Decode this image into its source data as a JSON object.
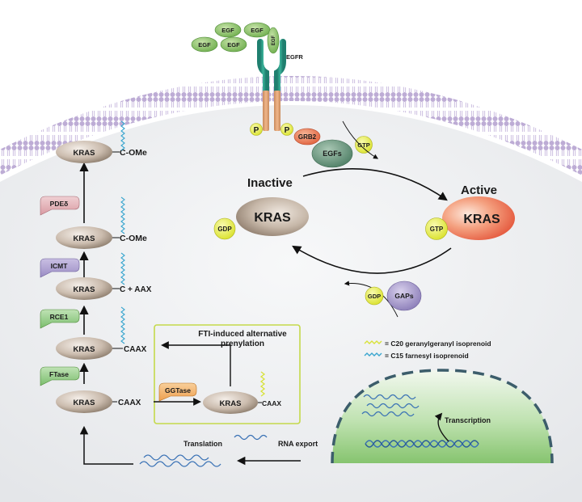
{
  "egf_label": "EGF",
  "egfr_label": "EGFR",
  "p_label": "P",
  "grb2_label": "GRB2",
  "egfs_label": "EGFs",
  "gtp_label": "GTP",
  "gdp_label": "GDP",
  "gaps_label": "GAPs",
  "inactive_label": "Inactive",
  "active_label": "Active",
  "kras_label": "KRAS",
  "pathway": {
    "mod1": "C-OMe",
    "mod2": "C-OMe",
    "mod3": "C + AAX",
    "mod4": "CAAX",
    "mod5": "CAAX",
    "pdel": "PDEδ",
    "icmt": "ICMT",
    "rce1": "RCE1",
    "ftase": "FTase"
  },
  "fti_box": {
    "title_line1": "FTI-induced alternative",
    "title_line2": "prenylation",
    "ggtase": "GGTase",
    "caax": "CAAX"
  },
  "legend": {
    "c20": "= C20 geranylgeranyl isoprenoid",
    "c15": "= C15 farnesyl isoprenoid",
    "c20_color": "#d8e23a",
    "c15_color": "#3aa6cf"
  },
  "translation_label": "Translation",
  "rna_export_label": "RNA export",
  "transcription_label": "Transcription",
  "colors": {
    "membrane_head": "#b7a6cf",
    "kras_inactive": "#b3a596",
    "kras_active": "#e9573f",
    "egf": "#8bbf6a",
    "egfr": "#2e9a86",
    "grb2": "#e67852",
    "egfs": "#5f8f76",
    "gtp": "#e6ef2f",
    "gaps": "#9c8fc2",
    "nucleus": "#93cd84",
    "box_border": "#c4d94a"
  }
}
